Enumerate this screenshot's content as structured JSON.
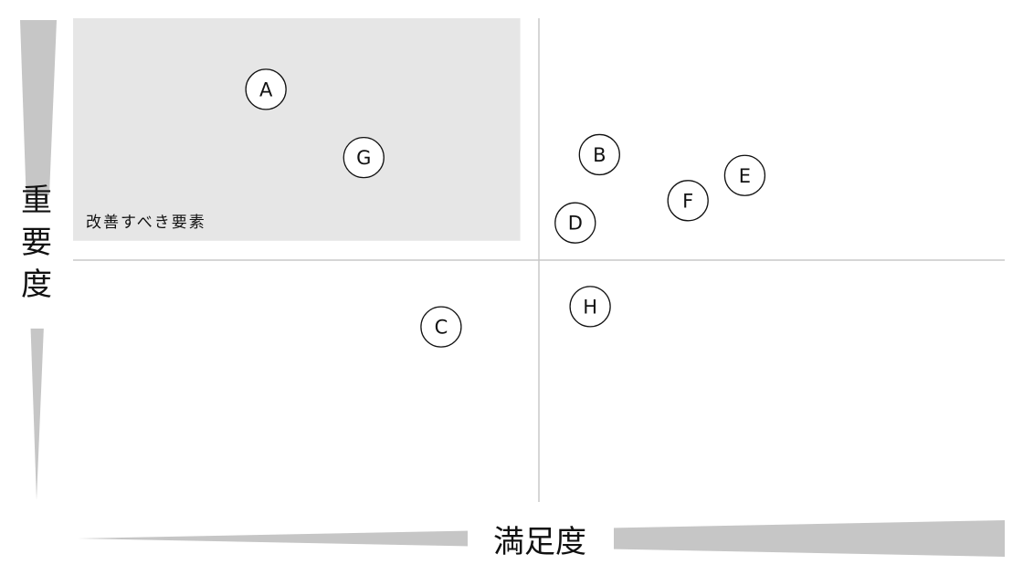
{
  "chart_data": {
    "type": "scatter",
    "title": "",
    "xlabel": "満足度",
    "ylabel": "重要度",
    "xlim": [
      0,
      100
    ],
    "ylim": [
      0,
      100
    ],
    "quadrant_divider": {
      "x": 50,
      "y": 50
    },
    "highlight_region": {
      "label": "改善すべき要素",
      "x_range": [
        0,
        48
      ],
      "y_range": [
        54,
        100
      ],
      "color": "#e6e6e6"
    },
    "points": [
      {
        "label": "A",
        "x": 20.7,
        "y": 85.3
      },
      {
        "label": "B",
        "x": 56.5,
        "y": 71.8
      },
      {
        "label": "C",
        "x": 39.5,
        "y": 36.2
      },
      {
        "label": "D",
        "x": 53.9,
        "y": 57.7
      },
      {
        "label": "E",
        "x": 72.1,
        "y": 67.5
      },
      {
        "label": "F",
        "x": 66.0,
        "y": 62.3
      },
      {
        "label": "G",
        "x": 31.2,
        "y": 71.2
      },
      {
        "label": "H",
        "x": 55.5,
        "y": 40.4
      }
    ],
    "grid": false,
    "legend": "none",
    "colors": {
      "divider": "#c8c8c8",
      "axis_wedge": "#c6c6c6",
      "highlight": "#e6e6e6",
      "text": "#111111"
    }
  }
}
